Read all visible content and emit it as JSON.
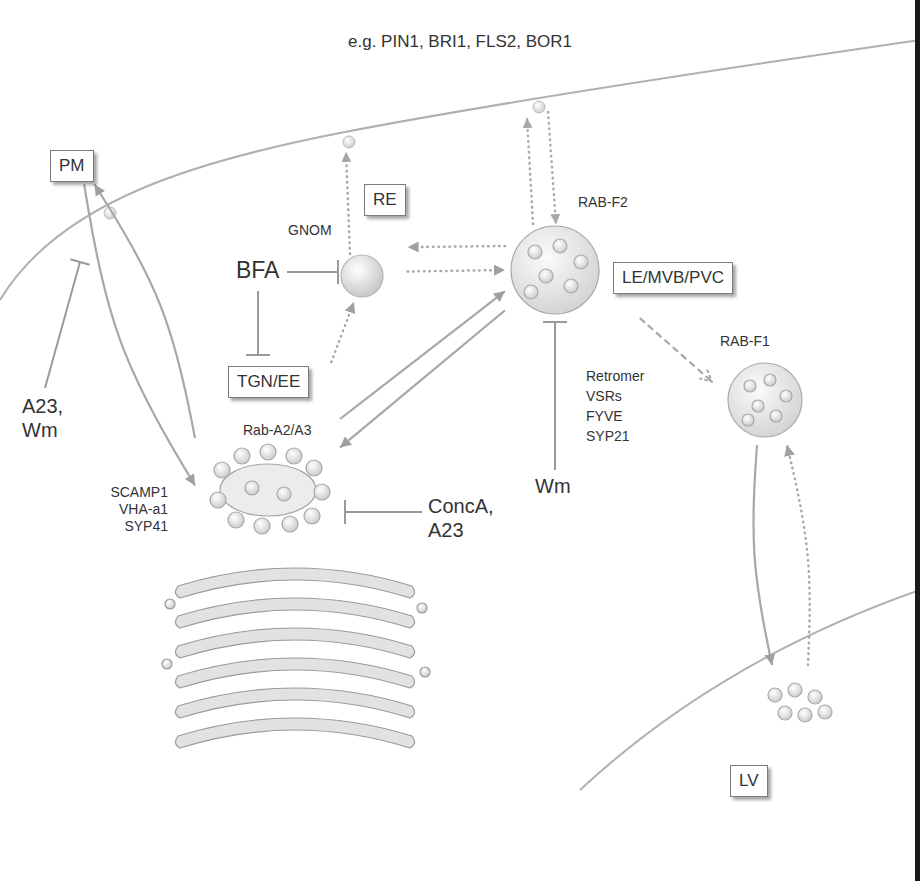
{
  "diagram": {
    "nodes": [
      {
        "text": [
          "PM"
        ]
      },
      {
        "text": [
          "RE"
        ]
      },
      {
        "text": [
          "LE/MVB/PVC"
        ]
      },
      {
        "text": [
          "RAB-F1"
        ]
      },
      {
        "text": [
          "TGN/EE"
        ]
      },
      {
        "text": [
          "LV"
        ]
      }
    ],
    "edges": [
      {
        "from": 0,
        "to": 4,
        "arrow": "to"
      },
      {
        "from": 4,
        "to": 0,
        "arrow": "to"
      },
      {
        "from": 4,
        "to": 1,
        "arrow": "to"
      },
      {
        "from": 2,
        "to": 1,
        "arrow": "to"
      },
      {
        "from": 1,
        "to": 2,
        "arrow": "to"
      },
      {
        "from": 4,
        "to": 2,
        "arrow": "to"
      },
      {
        "from": 2,
        "to": 4,
        "arrow": "to"
      },
      {
        "from": 2,
        "to": 3,
        "arrow": "to"
      },
      {
        "from": 3,
        "to": 5,
        "arrow": "to"
      },
      {
        "from": 5,
        "to": 3,
        "arrow": "to"
      }
    ],
    "labels": [
      "e.g. PIN1, BRI1, FLS2, BOR1",
      "RAB-F2",
      "GNOM",
      "BFA",
      "A23, Wm",
      "Rab-A2/A3",
      "SCAMP1 VHA-a1 SYP41",
      "ConcA, A23",
      "Wm",
      "Retromer VSRs FYVE SYP21"
    ]
  }
}
